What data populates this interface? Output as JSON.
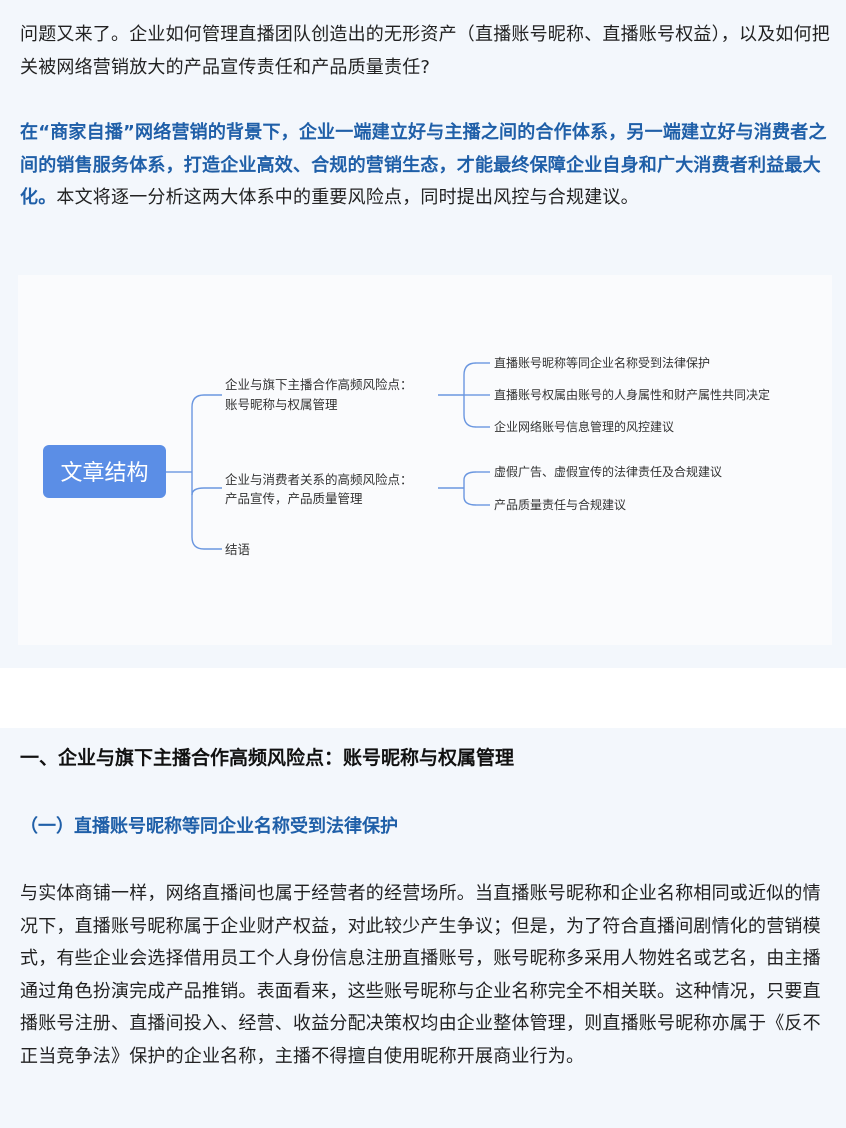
{
  "intro": {
    "para1": "问题又来了。企业如何管理直播团队创造出的无形资产（直播账号昵称、直播账号权益），以及如何把关被网络营销放大的产品宣传责任和产品质量责任?",
    "para2_highlight": "在“商家自播”网络营销的背景下，企业一端建立好与主播之间的合作体系，另一端建立好与消费者之间的销售服务体系，打造企业高效、合规的营销生态，才能最终保障企业自身和广大消费者利益最大化。",
    "para2_rest": "本文将逐一分析这两大体系中的重要风险点，同时提出风控与合规建议。"
  },
  "mindmap": {
    "root": "文章结构",
    "branches": [
      {
        "label_line1": "企业与旗下主播合作高频风险点：",
        "label_line2": "账号昵称与权属管理",
        "children": [
          "直播账号昵称等同企业名称受到法律保护",
          "直播账号权属由账号的人身属性和财产属性共同决定",
          "企业网络账号信息管理的风控建议"
        ]
      },
      {
        "label_line1": "企业与消费者关系的高频风险点：",
        "label_line2": "产品宣传，产品质量管理",
        "children": [
          "虚假广告、虚假宣传的法律责任及合规建议",
          "产品质量责任与合规建议"
        ]
      },
      {
        "label_line1": "结语",
        "label_line2": "",
        "children": []
      }
    ],
    "colors": {
      "root_fill": "#5b8ee6",
      "line": "#6b97e0",
      "text": "#333333"
    }
  },
  "section1": {
    "heading": "一、企业与旗下主播合作高频风险点：账号昵称与权属管理",
    "subheading": "（一）直播账号昵称等同企业名称受到法律保护",
    "body": "与实体商铺一样，网络直播间也属于经营者的经营场所。当直播账号昵称和企业名称相同或近似的情况下，直播账号昵称属于企业财产权益，对此较少产生争议；但是，为了符合直播间剧情化的营销模式，有些企业会选择借用员工个人身份信息注册直播账号，账号昵称多采用人物姓名或艺名，由主播通过角色扮演完成产品推销。表面看来，这些账号昵称与企业名称完全不相关联。这种情况，只要直播账号注册、直播间投入、经营、收益分配决策权均由企业整体管理，则直播账号昵称亦属于《反不正当竞争法》保护的企业名称，主播不得擅自使用昵称开展商业行为。"
  }
}
